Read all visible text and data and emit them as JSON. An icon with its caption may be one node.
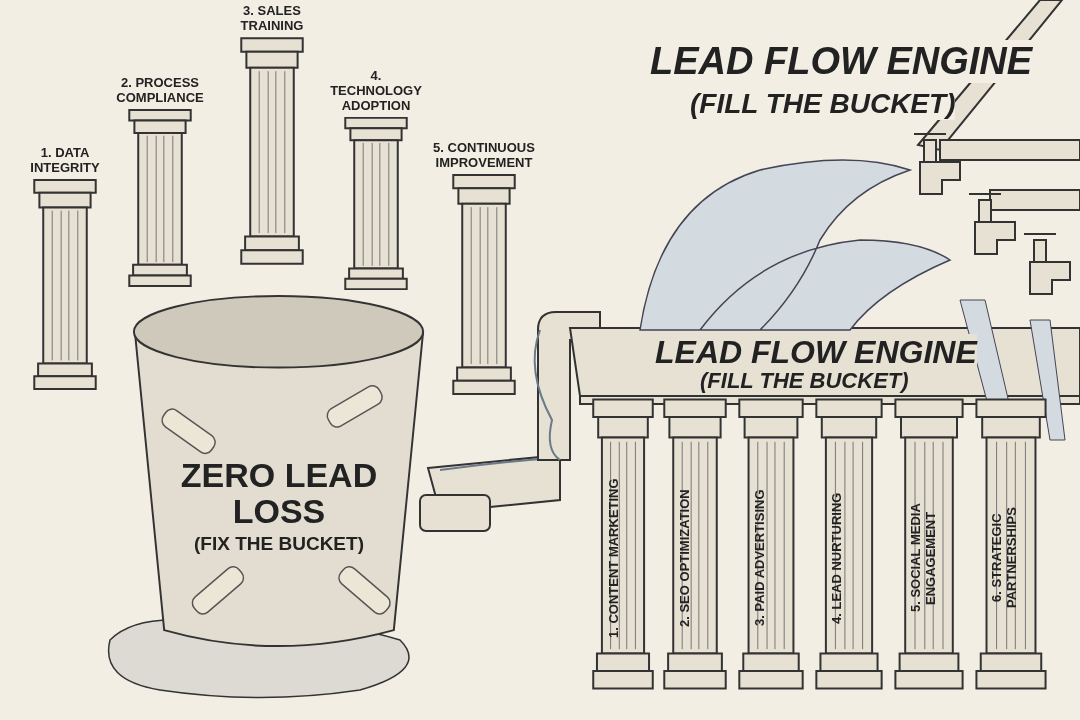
{
  "diagram": {
    "nodes": [
      {
        "text": [
          "ZERO LEAD LOSS",
          "(FIX THE BUCKET)"
        ]
      },
      {
        "text": [
          "1. DATA INTEGRITY"
        ]
      },
      {
        "text": [
          "2. PROCESS COMPLIANCE"
        ]
      },
      {
        "text": [
          "3. SALES TRAINING"
        ]
      },
      {
        "text": [
          "4. TECHNOLOGY ADOPTION"
        ]
      },
      {
        "text": [
          "5. CONTINUOUS IMPROVEMENT"
        ]
      },
      {
        "text": [
          "1. CONTENT MARKETING"
        ]
      },
      {
        "text": [
          "2. SEO OPTIMIZATION"
        ]
      },
      {
        "text": [
          "3. PAID ADVERTISING"
        ]
      },
      {
        "text": [
          "4. LEAD NURTURING"
        ]
      },
      {
        "text": [
          "5. SOCIAL MEDIA ENGAGEMENT"
        ]
      },
      {
        "text": [
          "6. STRATEGIC PARTNERSHIPS"
        ]
      }
    ],
    "labels": [
      "LEAD FLOW ENGINE",
      "(FILL THE BUCKET)",
      "LEAD FLOW ENGINE",
      "(FILL THE BUCKET)"
    ]
  }
}
